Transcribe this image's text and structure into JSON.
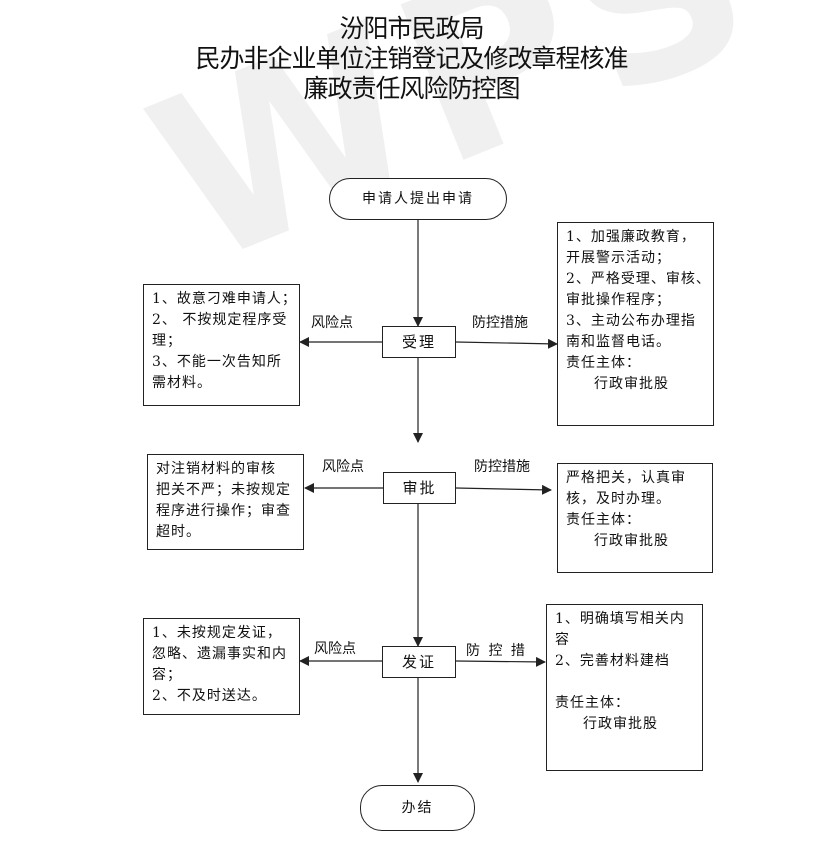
{
  "title": {
    "line1": "汾阳市民政局",
    "line2": "民办非企业单位注销登记及修改章程核准",
    "line3": "廉政责任风险防控图"
  },
  "watermark": "WPS",
  "start": "申请人提出申请",
  "end": "办结",
  "steps": {
    "accept": {
      "name": "受理",
      "risk_label": "风险点",
      "control_label": "防控措施",
      "risks": [
        "1、故意刁难申请人；",
        "2、 不按规定程序受",
        "理；",
        "3、不能一次告知所",
        "需材料。"
      ],
      "controls": [
        "1、加强廉政教育，",
        "开展警示活动；",
        "2、严格受理、审核、",
        "审批操作程序；",
        "3、主动公布办理指",
        "南和监督电话。",
        "责任主体：",
        "行政审批股"
      ]
    },
    "review": {
      "name": "审批",
      "risk_label": "风险点",
      "control_label": "防控措施",
      "risks": [
        "对注销材料的审核",
        "把关不严；未按规定",
        "程序进行操作；审查",
        "超时。"
      ],
      "controls": [
        "严格把关，认真审",
        "核，及时办理。",
        "责任主体：",
        "行政审批股"
      ]
    },
    "issue": {
      "name": "发证",
      "risk_label": "风险点",
      "control_label": "防 控 措",
      "risks": [
        "1、未按规定发证，",
        "忽略、遗漏事实和内",
        "容；",
        "2、不及时送达。"
      ],
      "controls": [
        "1、明确填写相关内",
        "容",
        "2、完善材料建档",
        "",
        "责任主体：",
        "行政审批股"
      ]
    }
  }
}
